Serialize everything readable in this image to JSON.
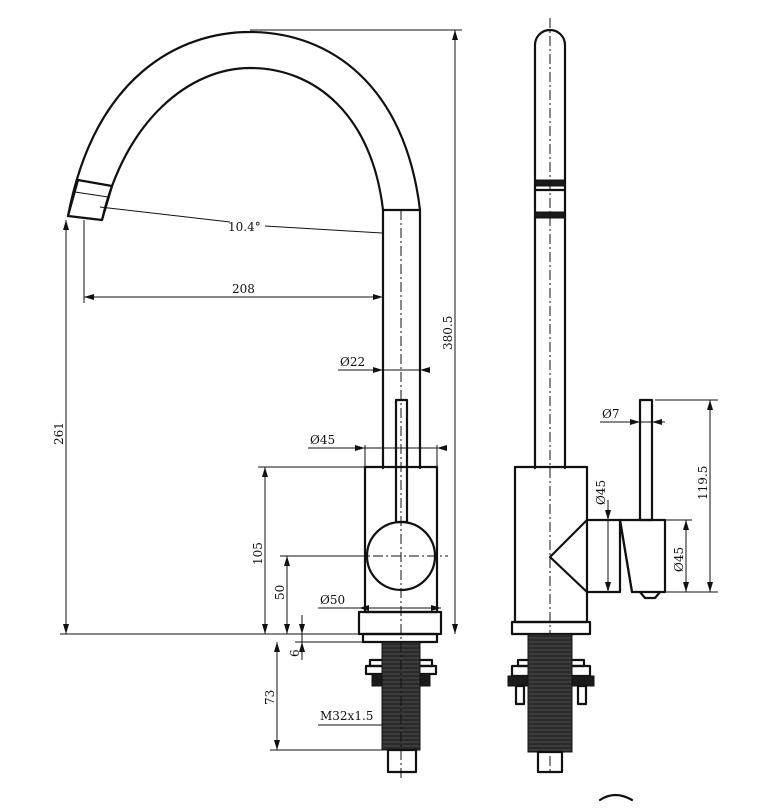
{
  "dimensions": {
    "angle": "10.4°",
    "spout_reach": "208",
    "spout_dia": "Ø22",
    "body_dia": "Ø45",
    "total_height": "380.5",
    "spout_height": "261",
    "body_height": "105",
    "handle_center": "50",
    "base_dia": "Ø50",
    "base_plate": "6",
    "shank_length": "73",
    "thread": "M32x1.5",
    "lever_dia": "Ø7",
    "lever_height": "119.5",
    "side_body_dia": "Ø45",
    "handle_hub_dia": "Ø45"
  }
}
